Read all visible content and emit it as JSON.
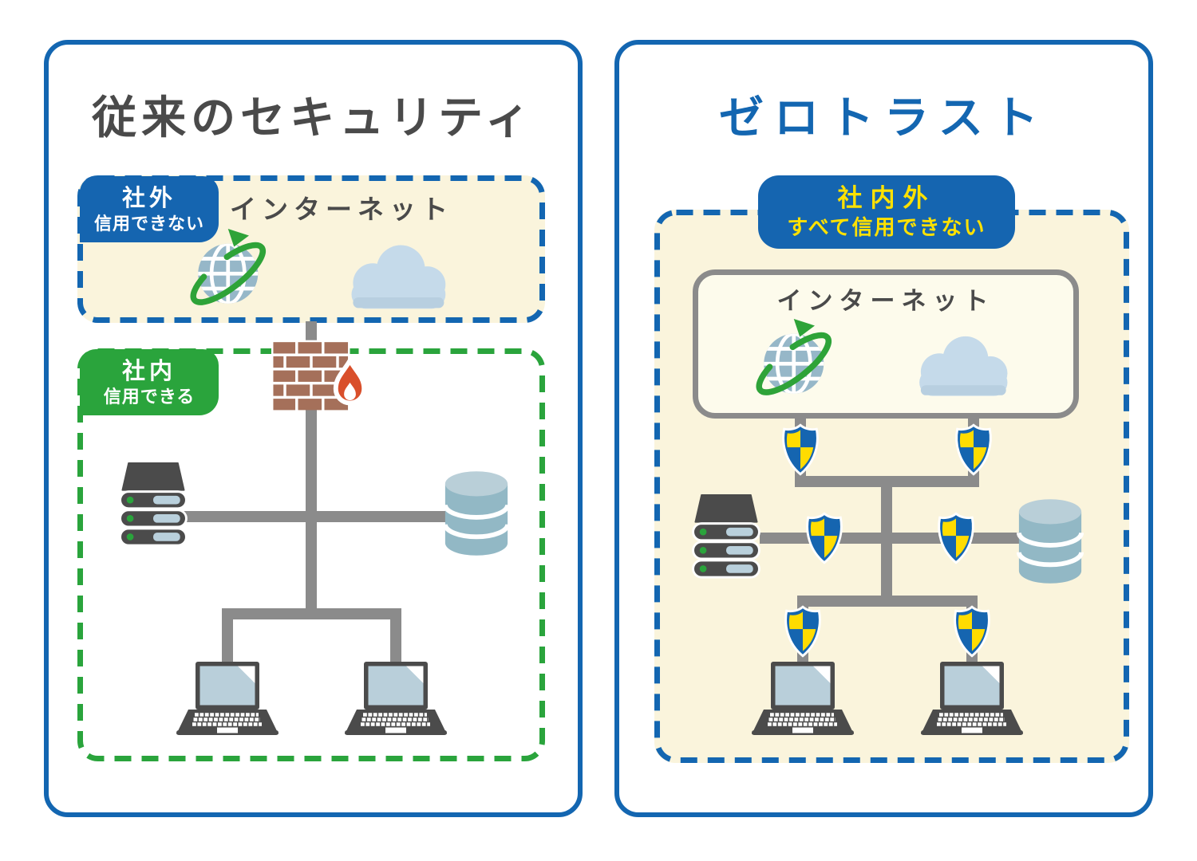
{
  "diagram": {
    "left": {
      "title": "従来のセキュリティ",
      "outside_zone": {
        "badge_line1": "社外",
        "badge_line2": "信用できない",
        "internet_label": "インターネット"
      },
      "inside_zone": {
        "badge_line1": "社内",
        "badge_line2": "信用できる"
      }
    },
    "right": {
      "title": "ゼロトラスト",
      "badge_line1": "社内外",
      "badge_line2": "すべて信用できない",
      "internet_label": "インターネット"
    },
    "icons": {
      "globe-icon": "globe with green orbit arrow",
      "cloud-icon": "cloud",
      "firewall-icon": "brick wall with flame",
      "server-icon": "server rack stack",
      "database-icon": "database cylinder",
      "laptop-icon": "laptop computer",
      "shield-icon": "blue-yellow checkered security shield"
    },
    "colors": {
      "accent_blue": "#1366b1",
      "badge_blue": "#1565b0",
      "badge_green": "#2aa43c",
      "zone_cream": "#faf4dc",
      "line_gray": "#8b8b8b",
      "text_dark": "#4a4a4a",
      "badge_yellow_text": "#ffe100",
      "shield_yellow": "#ffdc00",
      "brick_brown": "#a5705a",
      "flame_red": "#d94f2b"
    }
  }
}
